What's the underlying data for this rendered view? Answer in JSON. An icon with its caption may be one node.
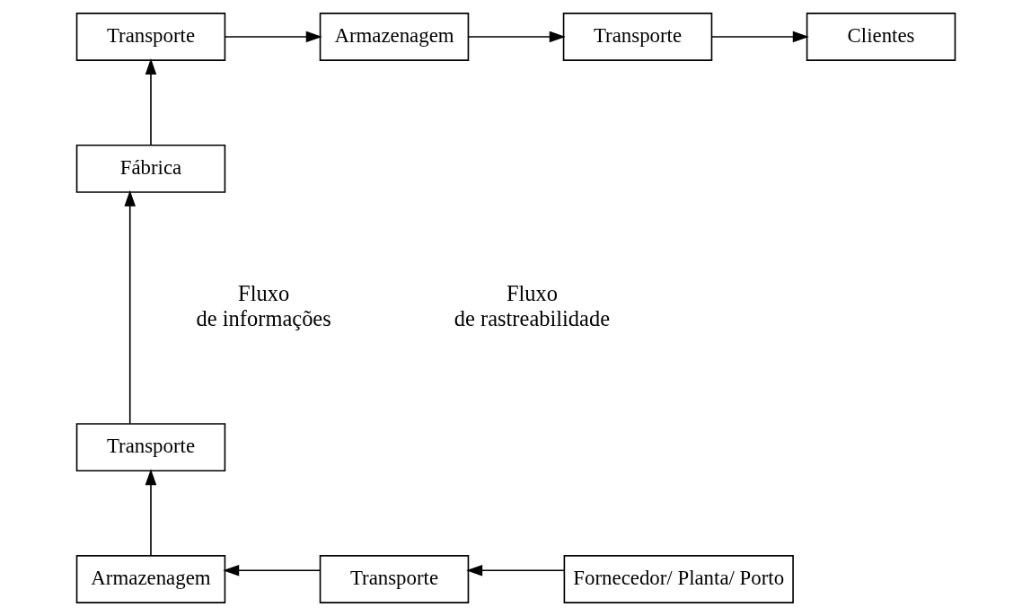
{
  "diagram": {
    "nodes": [
      {
        "text": [
          "Transporte"
        ]
      },
      {
        "text": [
          "Armazenagem"
        ]
      },
      {
        "text": [
          "Transporte"
        ]
      },
      {
        "text": [
          "Clientes"
        ]
      },
      {
        "text": [
          "Fábrica"
        ]
      },
      {
        "text": [
          "Transporte"
        ]
      },
      {
        "text": [
          "Armazenagem"
        ]
      },
      {
        "text": [
          "Transporte"
        ]
      },
      {
        "text": [
          "Fornecedor/ Planta/ Porto"
        ]
      }
    ],
    "edges": [
      {
        "from": 8,
        "to": 7,
        "arrow": "to"
      },
      {
        "from": 7,
        "to": 6,
        "arrow": "to"
      },
      {
        "from": 6,
        "to": 5,
        "arrow": "to"
      },
      {
        "from": 5,
        "to": 4,
        "arrow": "to"
      },
      {
        "from": 4,
        "to": 0,
        "arrow": "to"
      },
      {
        "from": 0,
        "to": 1,
        "arrow": "to"
      },
      {
        "from": 1,
        "to": 2,
        "arrow": "to"
      },
      {
        "from": 2,
        "to": 3,
        "arrow": "to"
      }
    ],
    "labels": [
      "Fluxo de informações",
      "Fluxo de rastreabilidade"
    ]
  }
}
